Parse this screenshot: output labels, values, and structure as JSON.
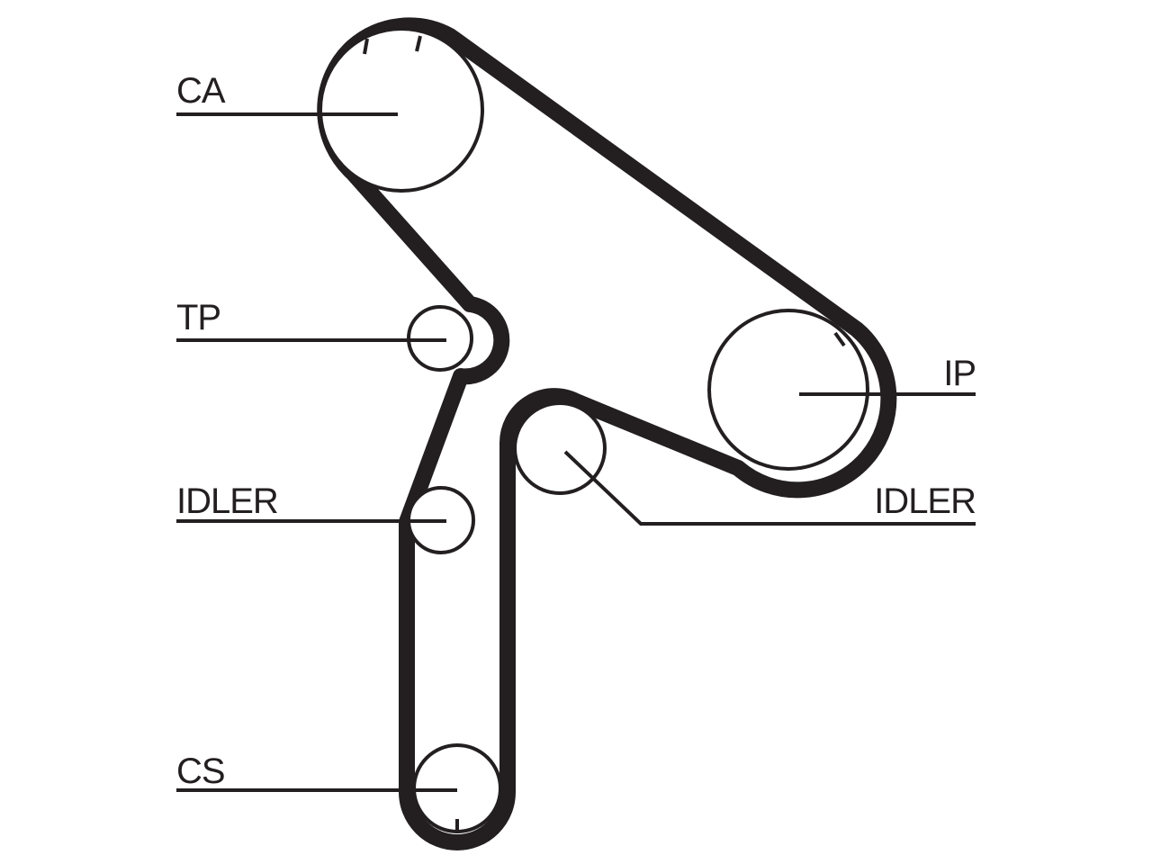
{
  "labels": {
    "camshaft": "CA",
    "tensioner": "TP",
    "idler_left": "IDLER",
    "injection_pump": "IP",
    "idler_right": "IDLER",
    "crankshaft": "CS"
  },
  "colors": {
    "ink": "#231f20",
    "background": "#ffffff"
  }
}
